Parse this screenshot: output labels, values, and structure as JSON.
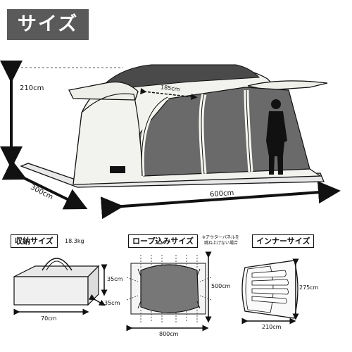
{
  "header": {
    "title": "サイズ"
  },
  "main_tent": {
    "height": "210cm",
    "front_width": "300cm",
    "length": "600cm",
    "inner_span": "185cm"
  },
  "storage": {
    "title": "収納サイズ",
    "weight": "18.3kg",
    "width": "70cm",
    "height": "35cm",
    "depth": "35cm"
  },
  "rope": {
    "title": "ロープ込みサイズ",
    "note_line1": "※アウターパネルを",
    "note_line2": "跳ね上げない場合",
    "width": "800cm",
    "length": "500cm"
  },
  "inner": {
    "title": "インナーサイズ",
    "width": "210cm",
    "length": "275cm"
  }
}
